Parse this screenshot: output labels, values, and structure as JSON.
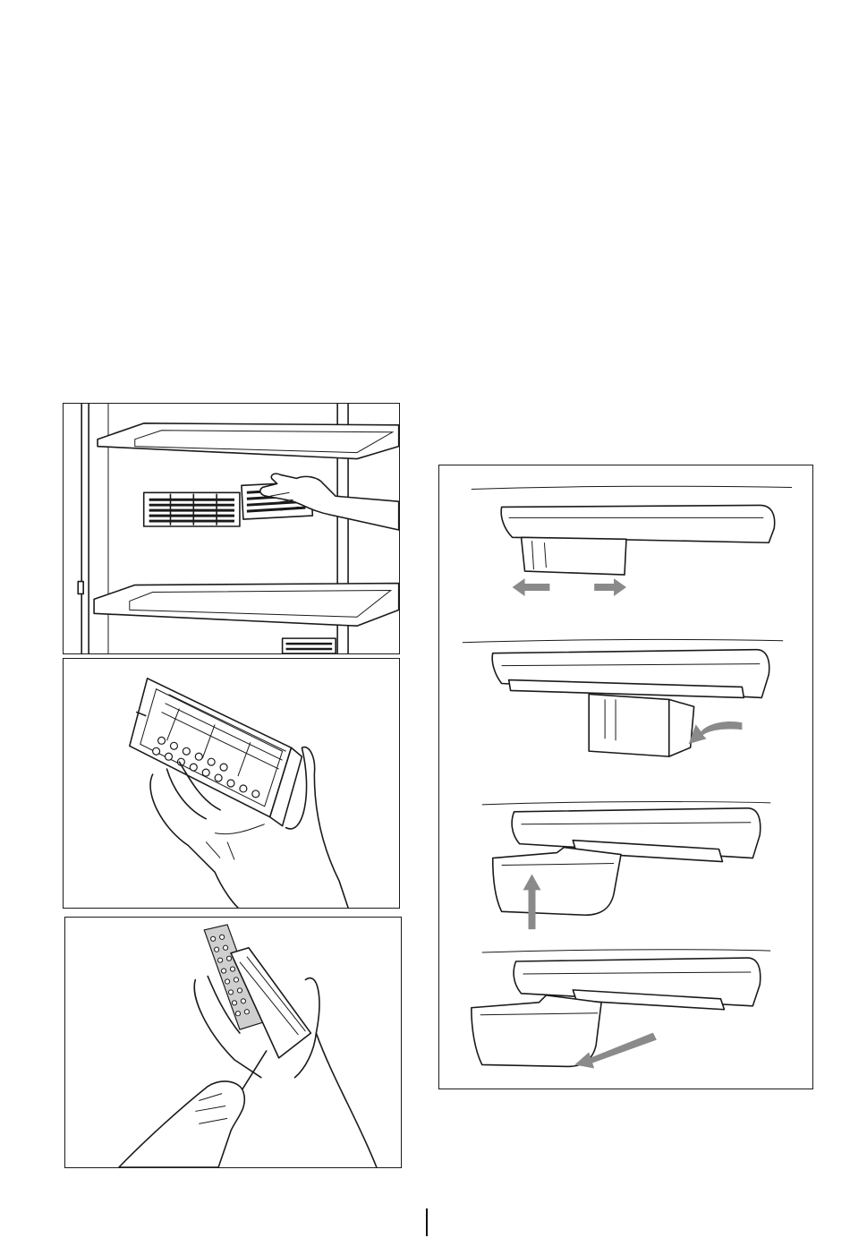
{
  "page": {
    "blank_header_area": true
  },
  "figures": {
    "filter_in_shelf": {
      "icon": "refrigerator-interior-filter-illustration"
    },
    "filter_in_hand": {
      "icon": "filter-cassette-in-hand-illustration"
    },
    "filter_replace": {
      "icon": "filter-cartridge-replacement-illustration"
    },
    "tray_steps": {
      "icon": "shelf-tray-removal-steps-illustration",
      "steps": [
        {
          "icon": "tray-slide-sideways-step"
        },
        {
          "icon": "tray-rotate-out-step"
        },
        {
          "icon": "tray-lift-up-step"
        },
        {
          "icon": "tray-pull-out-step"
        }
      ]
    }
  },
  "colors": {
    "line": "#1a1a1a",
    "arrow": "#8a8a8a",
    "shade": "#cfcfcf"
  }
}
